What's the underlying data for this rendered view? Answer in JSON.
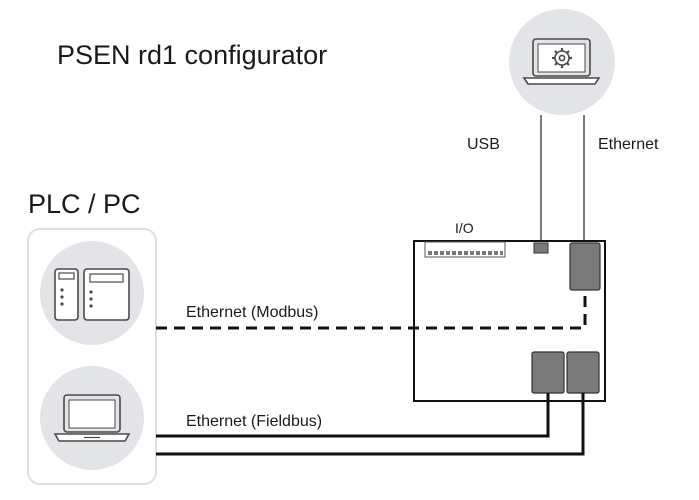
{
  "title": "PSEN rd1 configurator",
  "group_label": "PLC / PC",
  "device": {
    "io_label": "I/O"
  },
  "connections": {
    "usb": "USB",
    "ethernet": "Ethernet",
    "modbus": "Ethernet (Modbus)",
    "fieldbus": "Ethernet (Fieldbus)"
  },
  "icons": {
    "configurator": "laptop-gear-icon",
    "plc": "plc-modules-icon",
    "pc": "laptop-icon"
  }
}
